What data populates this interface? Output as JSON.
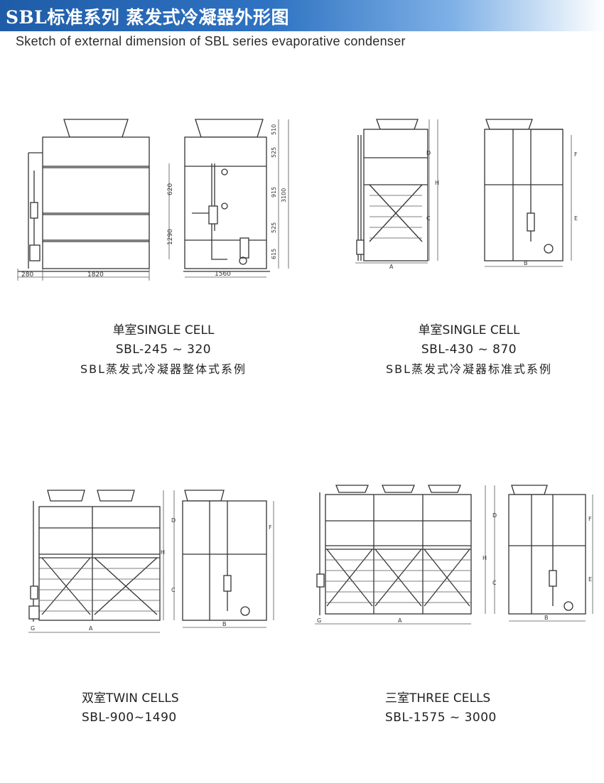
{
  "header": {
    "title": "SBL标准系列 蒸发式冷凝器外形图",
    "subtitle": "Sketch of external dimension of SBL series evaporative condenser"
  },
  "drawings": {
    "single_a": {
      "dims_bottom": [
        "280",
        "1820",
        "1560"
      ],
      "dims_side": [
        "620",
        "1290"
      ],
      "dims_right": [
        "510",
        "525",
        "915",
        "525",
        "615",
        "3100"
      ]
    },
    "labels": {
      "A": "A",
      "B": "B",
      "C": "C",
      "D": "D",
      "E": "E",
      "F": "F",
      "G": "G",
      "H": "H"
    }
  },
  "captions": {
    "single_integral": {
      "line1": "单室SINGLE CELL",
      "line2": "SBL-245 ~ 320",
      "line3": "SBL蒸发式冷凝器整体式系例"
    },
    "single_standard": {
      "line1": "单室SINGLE CELL",
      "line2": "SBL-430 ~ 870",
      "line3": "SBL蒸发式冷凝器标准式系例"
    },
    "twin": {
      "line1": "双室TWIN CELLS",
      "line2": "SBL-900~1490"
    },
    "three": {
      "line1": "三室THREE  CELLS",
      "line2": "SBL-1575 ~ 3000"
    }
  }
}
